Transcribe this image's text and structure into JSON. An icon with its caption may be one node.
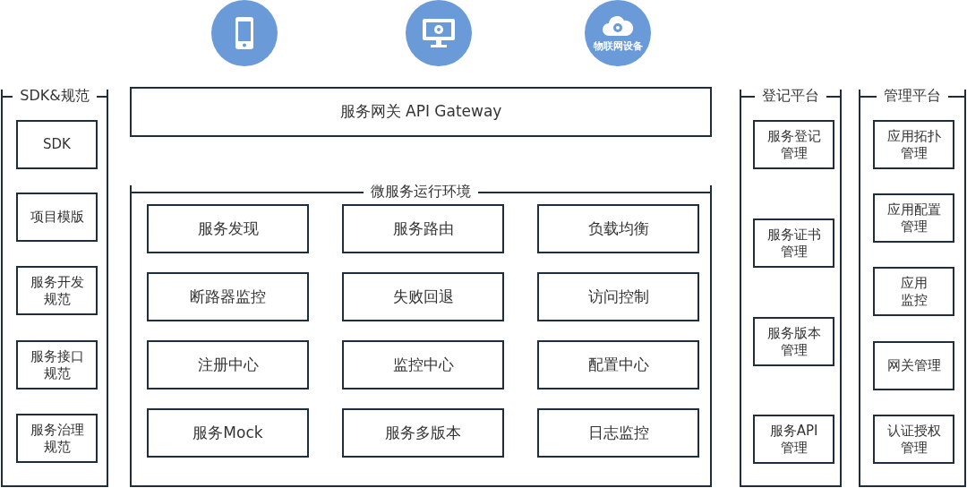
{
  "diagram": {
    "nodes": [
      {
        "text": [],
        "shape": "circle"
      },
      {
        "text": [],
        "shape": "circle"
      },
      {
        "text": [
          "物联网设备"
        ]
      },
      {
        "text": [
          "SDK&规范"
        ]
      },
      {
        "text": [
          "SDK"
        ],
        "in": 3
      },
      {
        "text": [
          "项目模版"
        ],
        "in": 3
      },
      {
        "text": [
          "服务开发规范"
        ],
        "in": 3
      },
      {
        "text": [
          "服务接口规范"
        ],
        "in": 3
      },
      {
        "text": [
          "服务治理规范"
        ],
        "in": 3
      },
      {
        "text": [
          "服务网关 API Gateway"
        ]
      },
      {
        "text": [
          "微服务运行环境"
        ]
      },
      {
        "text": [
          "服务发现"
        ],
        "in": 10
      },
      {
        "text": [
          "服务路由"
        ],
        "in": 10
      },
      {
        "text": [
          "负载均衡"
        ],
        "in": 10
      },
      {
        "text": [
          "断路器监控"
        ],
        "in": 10
      },
      {
        "text": [
          "失败回退"
        ],
        "in": 10
      },
      {
        "text": [
          "访问控制"
        ],
        "in": 10
      },
      {
        "text": [
          "注册中心"
        ],
        "in": 10
      },
      {
        "text": [
          "监控中心"
        ],
        "in": 10
      },
      {
        "text": [
          "配置中心"
        ],
        "in": 10
      },
      {
        "text": [
          "服务Mock"
        ],
        "in": 10
      },
      {
        "text": [
          "服务多版本"
        ],
        "in": 10
      },
      {
        "text": [
          "日志监控"
        ],
        "in": 10
      },
      {
        "text": [
          "登记平台"
        ]
      },
      {
        "text": [
          "服务登记管理"
        ],
        "in": 23
      },
      {
        "text": [
          "服务证书管理"
        ],
        "in": 23
      },
      {
        "text": [
          "服务版本管理"
        ],
        "in": 23
      },
      {
        "text": [
          "服务API管理"
        ],
        "in": 23
      },
      {
        "text": [
          "管理平台"
        ]
      },
      {
        "text": [
          "应用拓扑管理"
        ],
        "in": 28
      },
      {
        "text": [
          "应用配置管理"
        ],
        "in": 28
      },
      {
        "text": [
          "应用监控"
        ],
        "in": 28
      },
      {
        "text": [
          "网关管理"
        ],
        "in": 28
      },
      {
        "text": [
          "认证授权管理"
        ],
        "in": 28
      }
    ]
  }
}
